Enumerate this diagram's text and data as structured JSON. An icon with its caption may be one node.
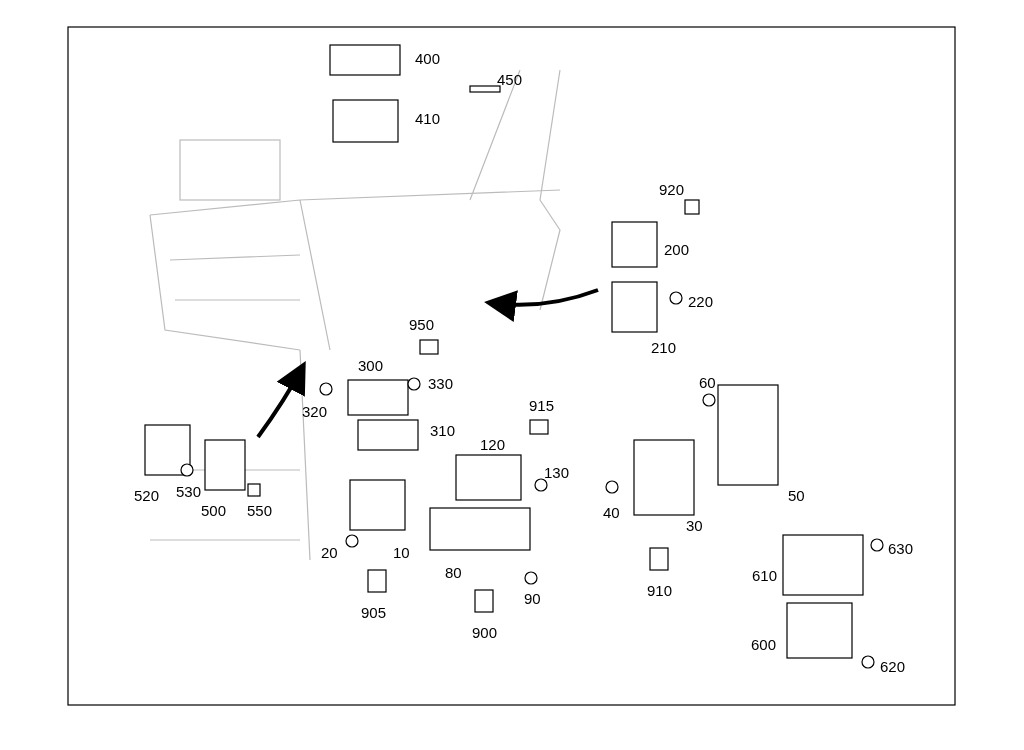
{
  "diagram": {
    "labels": [
      "400",
      "450",
      "410",
      "920",
      "200",
      "220",
      "210",
      "950",
      "300",
      "330",
      "320",
      "310",
      "915",
      "120",
      "130",
      "60",
      "520",
      "530",
      "50",
      "500",
      "550",
      "40",
      "30",
      "20",
      "10",
      "630",
      "80",
      "90",
      "610",
      "910",
      "905",
      "900",
      "600",
      "620"
    ]
  }
}
